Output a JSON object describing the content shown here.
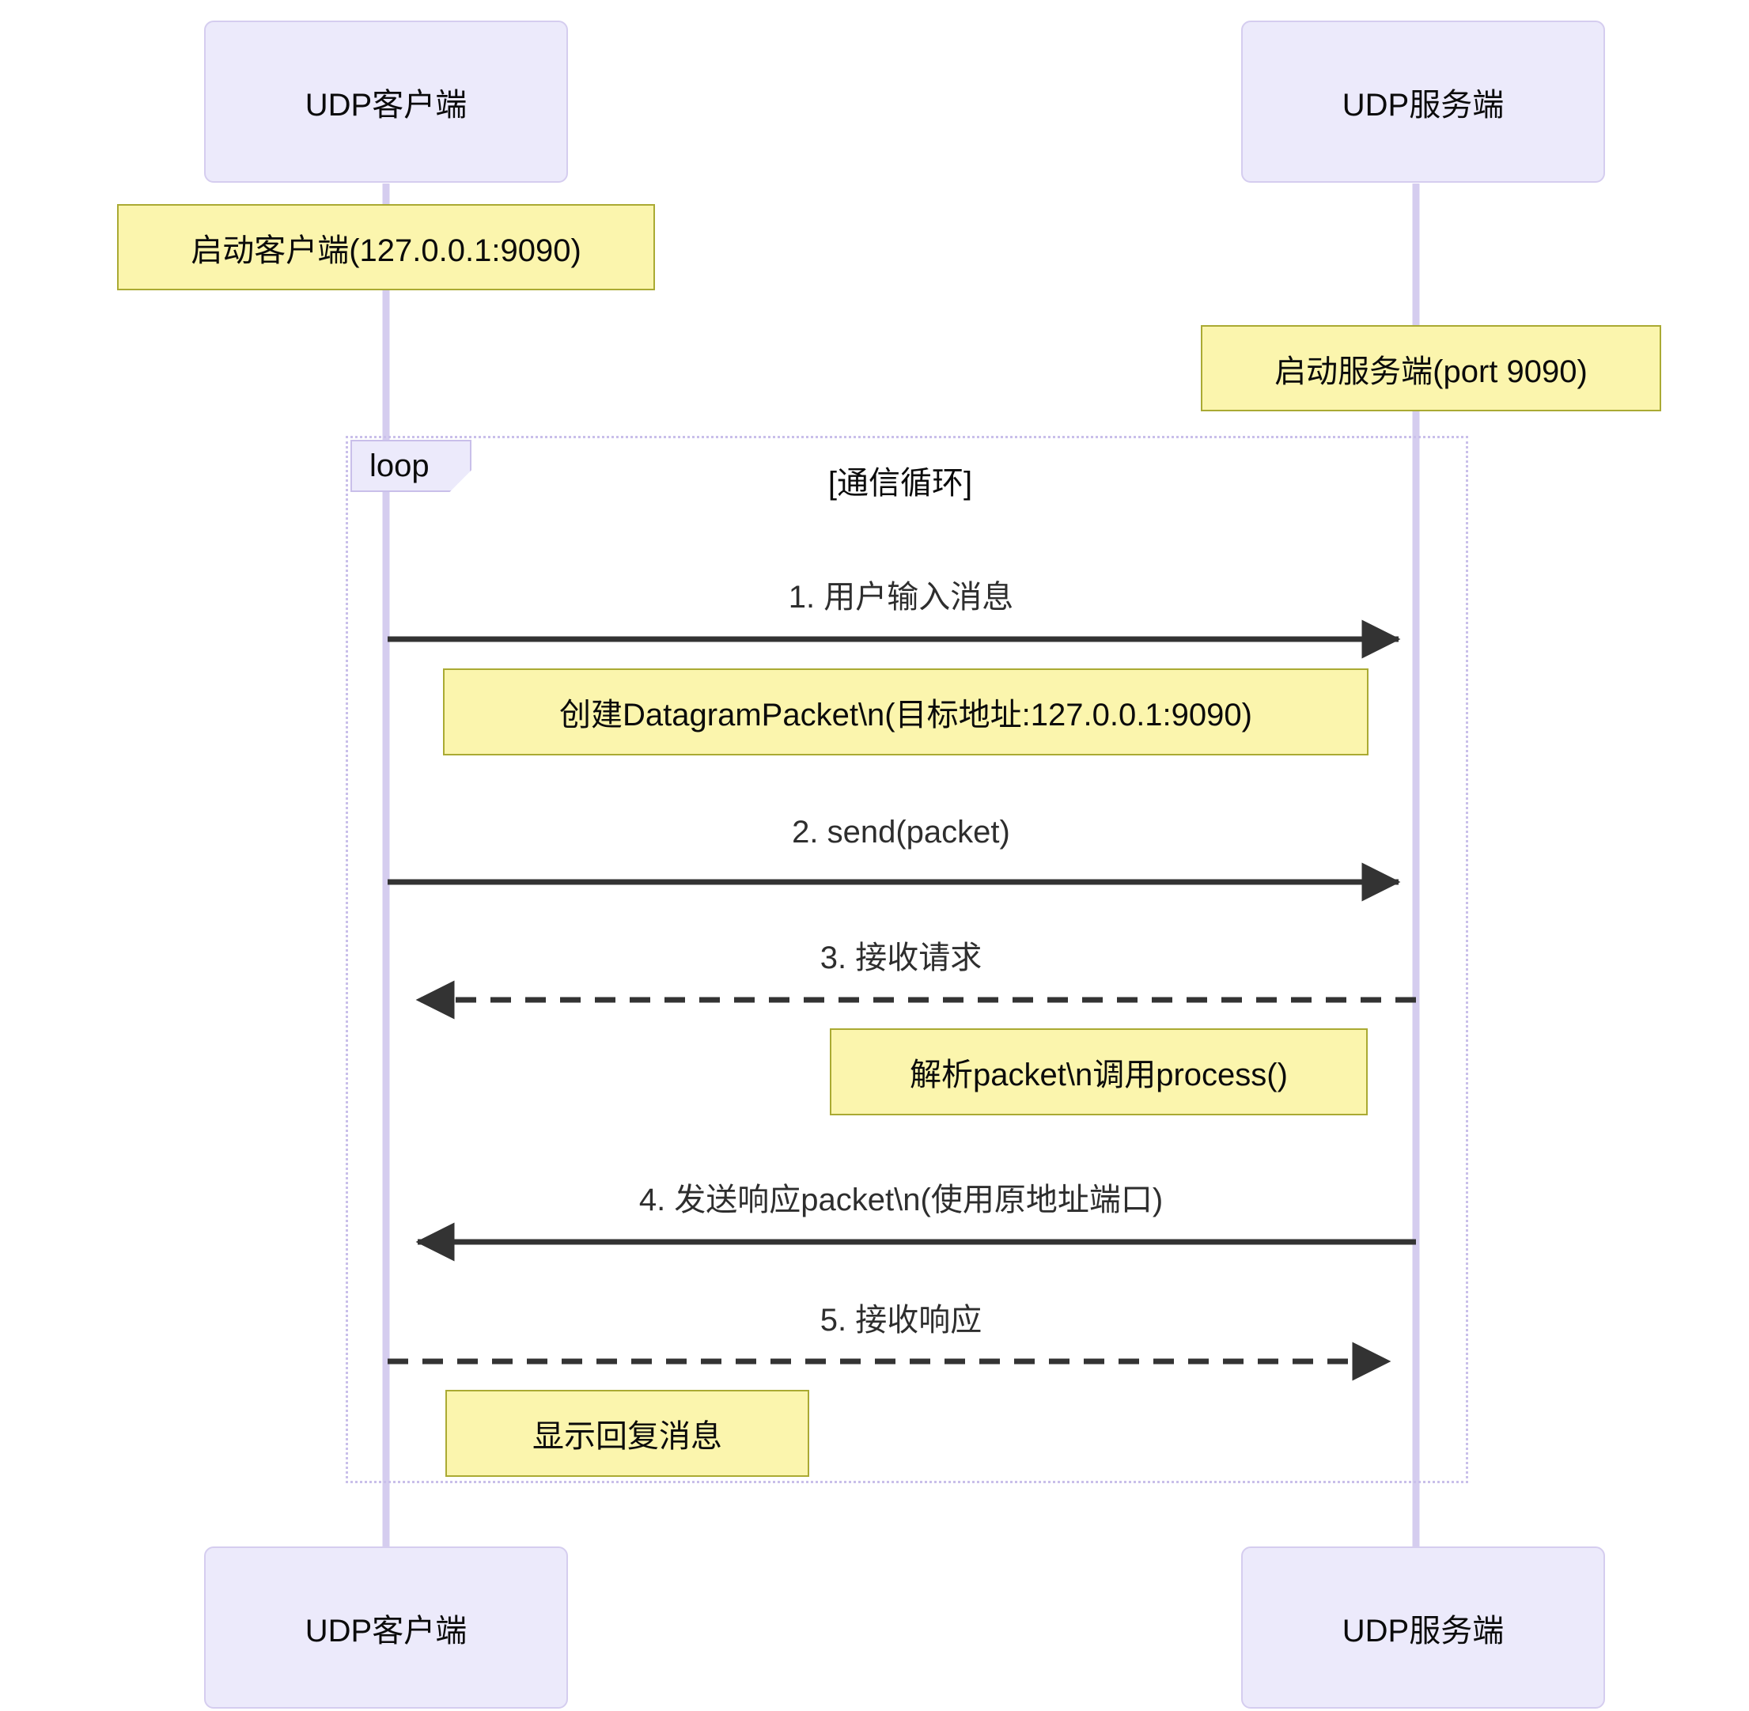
{
  "diagram": {
    "type": "sequence-diagram",
    "background_color": "#ffffff",
    "participant_fill": "#ECEAFB",
    "participant_stroke": "#D5CDEF",
    "note_fill": "#FBF5AD",
    "note_stroke": "#AAAA33",
    "message_color": "#2e2e2e",
    "lifeline_color": "#D5CDEF"
  },
  "participants": [
    {
      "id": "client",
      "label": "UDP客户端"
    },
    {
      "id": "server",
      "label": "UDP服务端"
    }
  ],
  "participants_bottom": [
    {
      "id": "client",
      "label": "UDP客户端"
    },
    {
      "id": "server",
      "label": "UDP服务端"
    }
  ],
  "notes": [
    {
      "id": "note-start-client",
      "text": "启动客户端(127.0.0.1:9090)",
      "over": "client"
    },
    {
      "id": "note-start-server",
      "text": "启动服务端(port 9090)",
      "over": "server"
    },
    {
      "id": "note-create-packet",
      "text": "创建DatagramPacket\\n(目标地址:127.0.0.1:9090)",
      "over": "client"
    },
    {
      "id": "note-parse-packet",
      "text": "解析packet\\n调用process()",
      "over": "server"
    },
    {
      "id": "note-show-reply",
      "text": "显示回复消息",
      "over": "client"
    }
  ],
  "loop": {
    "keyword": "loop",
    "title": "[通信循环]"
  },
  "messages": [
    {
      "index": "1",
      "text": "1. 用户输入消息",
      "from": "client",
      "to": "server",
      "style": "solid",
      "direction": "right"
    },
    {
      "index": "2",
      "text": "2. send(packet)",
      "from": "client",
      "to": "server",
      "style": "solid",
      "direction": "right"
    },
    {
      "index": "3",
      "text": "3. 接收请求",
      "from": "server",
      "to": "client",
      "style": "dashed",
      "direction": "left"
    },
    {
      "index": "4",
      "text": "4. 发送响应packet\\n(使用原地址端口)",
      "from": "server",
      "to": "client",
      "style": "solid",
      "direction": "left"
    },
    {
      "index": "5",
      "text": "5. 接收响应",
      "from": "client",
      "to": "server",
      "style": "dashed",
      "direction": "right"
    }
  ]
}
